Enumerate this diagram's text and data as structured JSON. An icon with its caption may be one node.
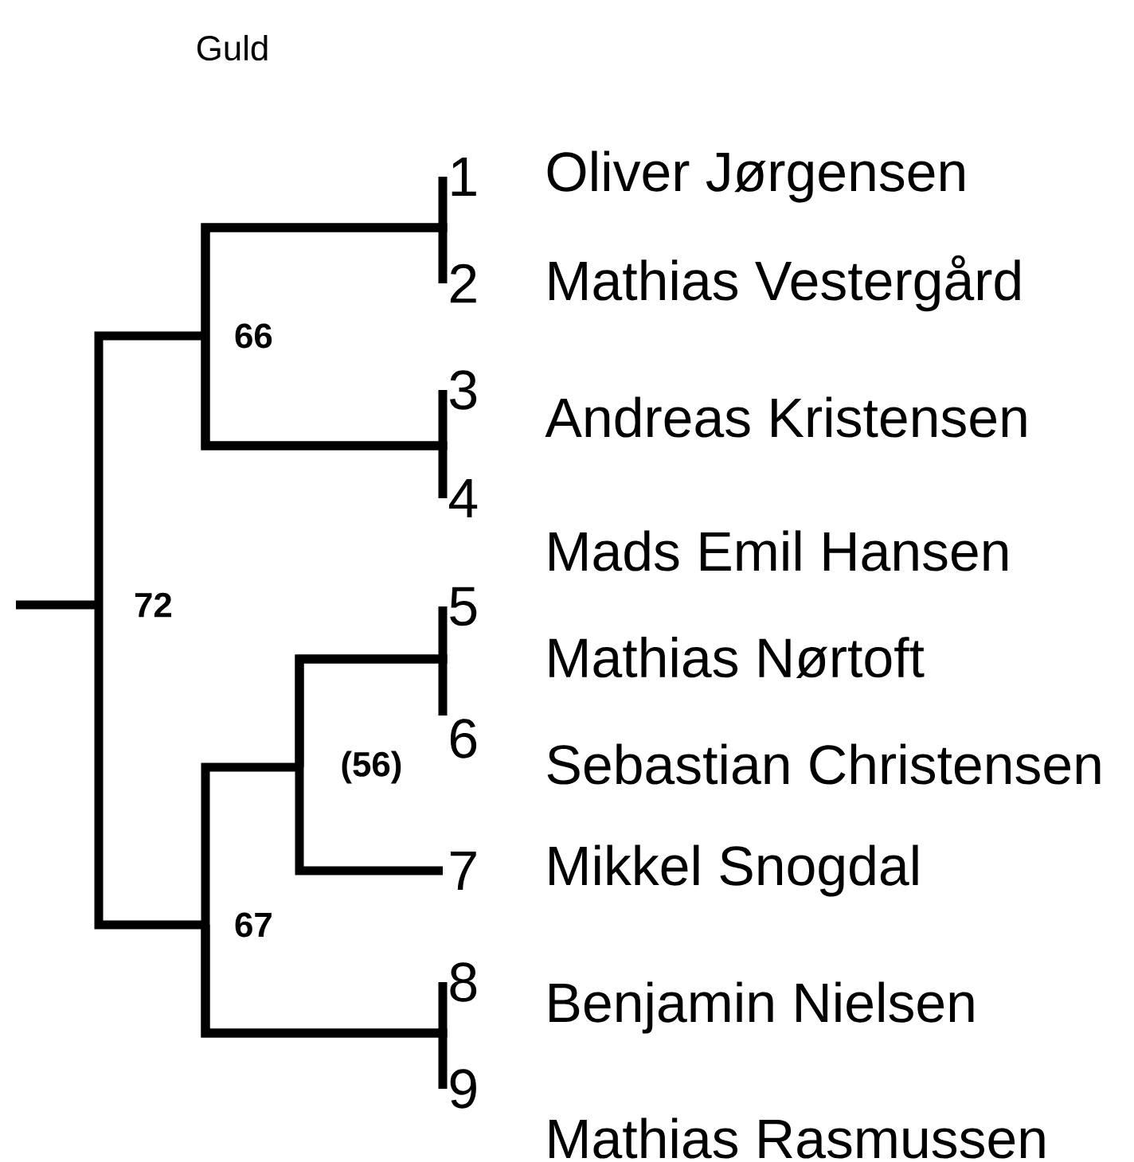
{
  "diagram": {
    "title": "Guld",
    "nodes": [
      {
        "text": [
          "1"
        ]
      },
      {
        "text": [
          "2"
        ]
      },
      {
        "text": [
          "3"
        ]
      },
      {
        "text": [
          "4"
        ]
      },
      {
        "text": [
          "5"
        ]
      },
      {
        "text": [
          "6"
        ]
      },
      {
        "text": [
          "7"
        ]
      },
      {
        "text": [
          "8"
        ]
      },
      {
        "text": [
          "9"
        ]
      },
      {
        "text": [
          "66"
        ]
      },
      {
        "text": [
          "72"
        ]
      },
      {
        "text": [
          "(56)"
        ]
      },
      {
        "text": [
          "67"
        ]
      }
    ],
    "edges": [
      {
        "from": null,
        "to": 10,
        "arrow": "none"
      },
      {
        "from": 10,
        "to": 9,
        "arrow": "none"
      },
      {
        "from": 10,
        "to": 12,
        "arrow": "none"
      },
      {
        "from": 9,
        "to": 0,
        "arrow": "none"
      },
      {
        "from": 9,
        "to": 1,
        "arrow": "none"
      },
      {
        "from": 9,
        "to": 2,
        "arrow": "none"
      },
      {
        "from": 9,
        "to": 3,
        "arrow": "none"
      },
      {
        "from": 12,
        "to": 11,
        "arrow": "none"
      },
      {
        "from": 12,
        "to": 7,
        "arrow": "none"
      },
      {
        "from": 12,
        "to": 8,
        "arrow": "none"
      },
      {
        "from": 11,
        "to": 4,
        "arrow": "none"
      },
      {
        "from": 11,
        "to": 5,
        "arrow": "none"
      },
      {
        "from": 11,
        "to": 6,
        "arrow": "none"
      }
    ],
    "labels": [
      "Oliver Jørgensen",
      "Mathias Vestergård",
      "Andreas Kristensen",
      "Mads Emil Hansen",
      "Mathias Nørtoft",
      "Sebastian Christensen",
      "Mikkel Snogdal",
      "Benjamin Nielsen",
      "Mathias Rasmussen"
    ]
  }
}
